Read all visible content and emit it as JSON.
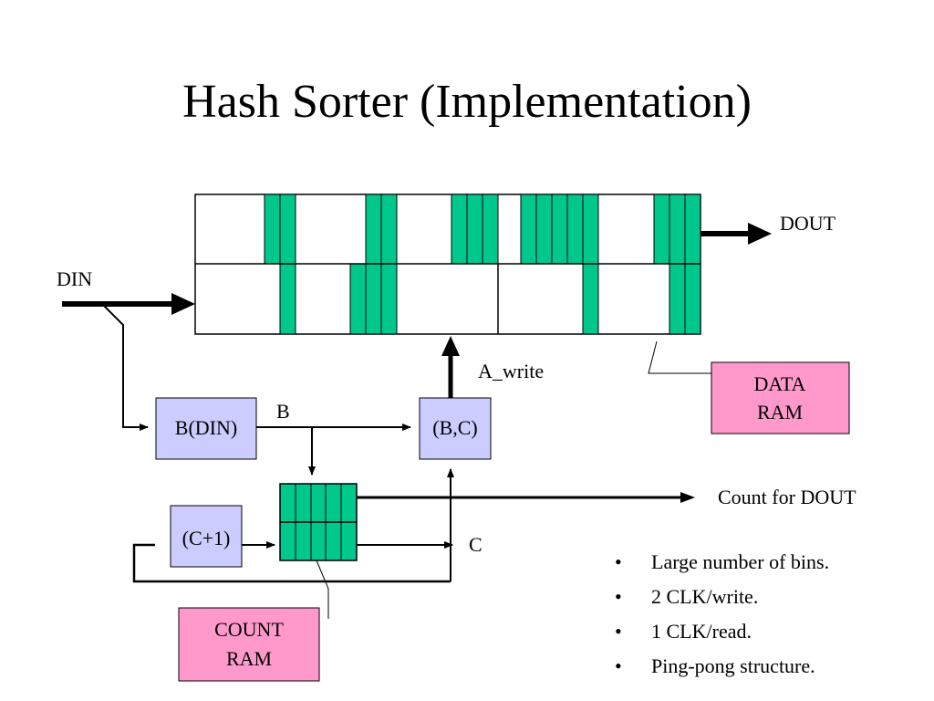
{
  "title": "Hash Sorter (Implementation)",
  "labels": {
    "dout": "DOUT",
    "din": "DIN",
    "a_write": "A_write",
    "b": "B",
    "c": "C",
    "count_for_dout": "Count for DOUT"
  },
  "blocks": {
    "b_din": "B(DIN)",
    "bc": "(B,C)",
    "c_plus_1": "(C+1)",
    "data_ram_line1": "DATA",
    "data_ram_line2": "RAM",
    "count_ram_line1": "COUNT",
    "count_ram_line2": "RAM"
  },
  "bullets": [
    "Large number of bins.",
    "2 CLK/write.",
    "1 CLK/read.",
    "Ping-pong structure."
  ],
  "colors": {
    "bin_fill": "#00c78c",
    "logic_block": "#ccccff",
    "ram_label": "#ff99cc"
  }
}
